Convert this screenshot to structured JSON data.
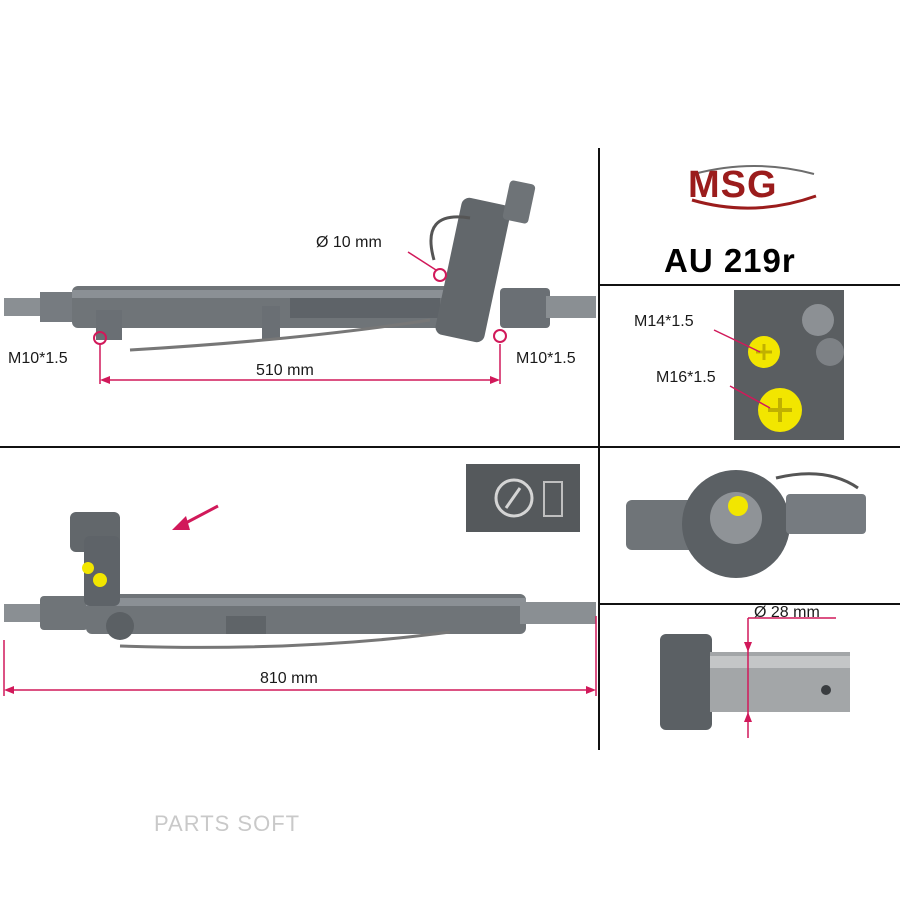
{
  "brand": {
    "logo_text": "MSG",
    "logo_color": "#9b1c1c",
    "logo_gray": "#6d6d6d"
  },
  "product": {
    "code": "AU 219r"
  },
  "top_view": {
    "hose_diameter": "Ø 10 mm",
    "left_port": "M10*1.5",
    "right_port": "M10*1.5",
    "length": "510 mm"
  },
  "ports_detail": {
    "upper": "M14*1.5",
    "lower": "M16*1.5"
  },
  "bottom_view": {
    "length": "810 mm"
  },
  "shaft_detail": {
    "diameter": "Ø 28 mm"
  },
  "watermark": "PARTS SOFT",
  "colors": {
    "dimension_line": "#d1195a",
    "metal": "#6f7478",
    "plug_yellow": "#f2e600"
  }
}
